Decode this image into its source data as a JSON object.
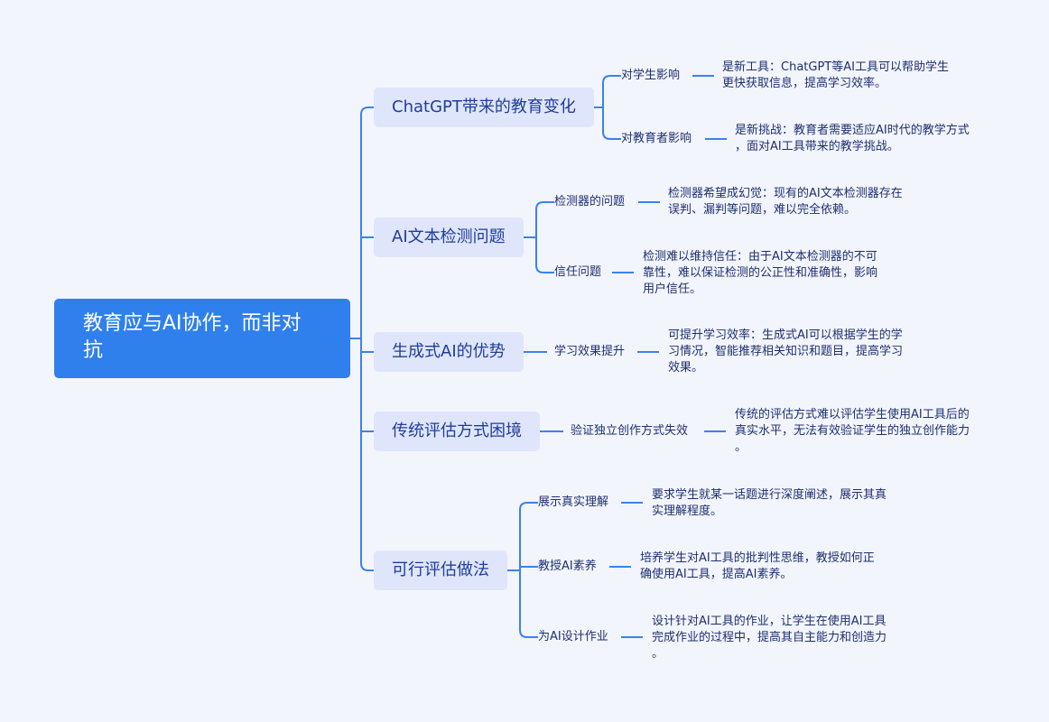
{
  "colors": {
    "accent": "#2f80ed",
    "node_bg": "#dfe6fb",
    "background": "#f3f5fd"
  },
  "root": {
    "lines": [
      "教育应与AI协作，而非对",
      "抗"
    ]
  },
  "branches": [
    {
      "label": "ChatGPT带来的教育变化",
      "children": [
        {
          "label": "对学生影响",
          "detail": [
            "是新工具：ChatGPT等AI工具可以帮助学生",
            "更快获取信息，提高学习效率。"
          ]
        },
        {
          "label": "对教育者影响",
          "detail": [
            "是新挑战：教育者需要适应AI时代的教学方式",
            "，面对AI工具带来的教学挑战。"
          ]
        }
      ]
    },
    {
      "label": "AI文本检测问题",
      "children": [
        {
          "label": "检测器的问题",
          "detail": [
            "检测器希望成幻觉：现有的AI文本检测器存在",
            "误判、漏判等问题，难以完全依赖。"
          ]
        },
        {
          "label": "信任问题",
          "detail": [
            "检测难以维持信任：由于AI文本检测器的不可",
            "靠性，难以保证检测的公正性和准确性，影响",
            "用户信任。"
          ]
        }
      ]
    },
    {
      "label": "生成式AI的优势",
      "children": [
        {
          "label": "学习效果提升",
          "detail": [
            "可提升学习效率：生成式AI可以根据学生的学",
            "习情况，智能推荐相关知识和题目，提高学习",
            "效果。"
          ]
        }
      ]
    },
    {
      "label": "传统评估方式困境",
      "children": [
        {
          "label": "验证独立创作方式失效",
          "detail": [
            "传统的评估方式难以评估学生使用AI工具后的",
            "真实水平，无法有效验证学生的独立创作能力",
            "。"
          ]
        }
      ]
    },
    {
      "label": "可行评估做法",
      "children": [
        {
          "label": "展示真实理解",
          "detail": [
            "要求学生就某一话题进行深度阐述，展示其真",
            "实理解程度。"
          ]
        },
        {
          "label": "教授AI素养",
          "detail": [
            "培养学生对AI工具的批判性思维，教授如何正",
            "确使用AI工具，提高AI素养。"
          ]
        },
        {
          "label": "为AI设计作业",
          "detail": [
            "设计针对AI工具的作业，让学生在使用AI工具",
            "完成作业的过程中，提高其自主能力和创造力",
            "。"
          ]
        }
      ]
    }
  ]
}
